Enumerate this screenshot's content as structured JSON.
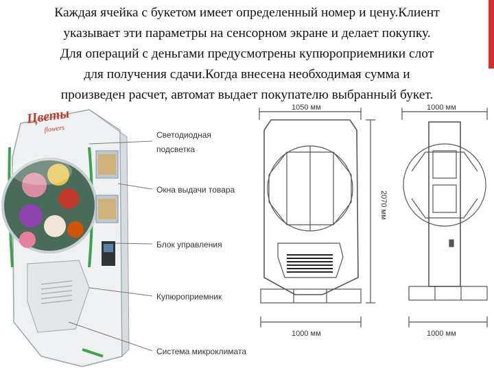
{
  "paragraph": {
    "lines": [
      "Каждая ячейка с букетом имеет определенный номер и цену.Клиент",
      "указывает эти параметры на сенсорном экране и делает покупку.",
      "Для операций с деньгами предусмотрены купюроприемники слот",
      "для получения сдачи.Когда внесена необходимая сумма и",
      "произведен расчет, автомат выдает покупателю выбранный букет."
    ]
  },
  "machine": {
    "brand": "Цветы",
    "brand_sub": "flowers",
    "callouts": [
      "Светодиодная",
      "подсветка",
      "Окна выдачи товара",
      "Блок управления",
      "Купюроприемник",
      "Система микроклимата"
    ]
  },
  "drawings": {
    "front_width_top": "1050 мм",
    "front_width_bottom": "1000 мм",
    "height": "2070 мм",
    "side_width_top": "1000 мм",
    "side_width_bottom": "1000 мм"
  },
  "colors": {
    "accent": "#d0312d",
    "brand": "#c0392b"
  }
}
